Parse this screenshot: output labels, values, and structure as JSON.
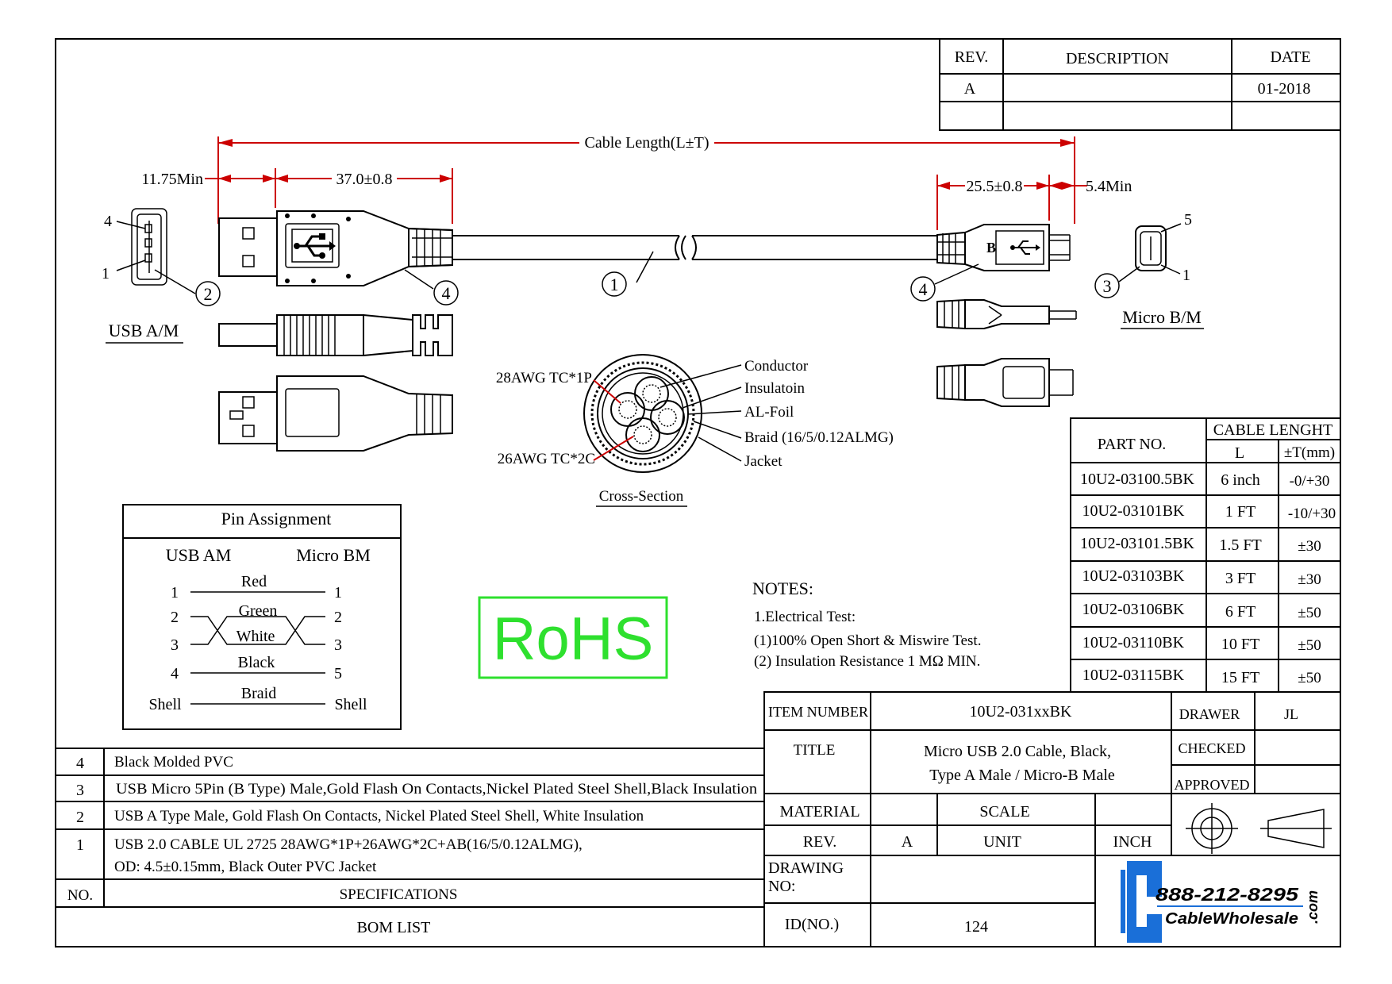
{
  "revision_block": {
    "headers": [
      "REV.",
      "DESCRIPTION",
      "DATE"
    ],
    "rows": [
      {
        "rev": "A",
        "description": "",
        "date": "01-2018"
      }
    ]
  },
  "dimensions": {
    "cable_length": "Cable Length(L±T)",
    "a_min": "11.75Min",
    "a_body": "37.0±0.8",
    "b_body": "25.5±0.8",
    "b_min": "5.4Min"
  },
  "labels": {
    "usb_am": "USB A/M",
    "micro_bm": "Micro B/M",
    "cross_section": "Cross-Section",
    "pin_4": "4",
    "pin_1": "1",
    "pin_5": "5",
    "pin_1b": "1"
  },
  "callouts": {
    "c2": "2",
    "c4a": "4",
    "c1": "1",
    "c4b": "4",
    "c3": "3"
  },
  "cross_section": {
    "left_top": "28AWG TC*1P",
    "left_bottom": "26AWG TC*2C",
    "right": [
      "Conductor",
      "Insulatoin",
      "AL-Foil",
      "Braid (16/5/0.12ALMG)",
      "Jacket"
    ]
  },
  "pin_assignment": {
    "title": "Pin Assignment",
    "col_left": "USB AM",
    "col_right": "Micro BM",
    "rows": [
      {
        "left": "1",
        "wire": "Red",
        "right": "1"
      },
      {
        "left": "2",
        "wire": "Green",
        "right": "2"
      },
      {
        "left": "3",
        "wire": "White",
        "right": "3"
      },
      {
        "left": "4",
        "wire": "Black",
        "right": "5"
      },
      {
        "left": "Shell",
        "wire": "Braid",
        "right": "Shell"
      }
    ]
  },
  "rohs": "RoHS",
  "notes": {
    "title": "NOTES:",
    "lines": [
      "1.Electrical Test:",
      "(1)100% Open Short & Miswire Test.",
      "(2) Insulation Resistance 1 MΩ  MIN."
    ]
  },
  "length_table": {
    "part_no_header": "PART NO.",
    "cable_header": "CABLE LENGHT",
    "l_header": "L",
    "t_header": "±T(mm)",
    "rows": [
      {
        "part": "10U2-03100.5BK",
        "l": "6 inch",
        "t": "-0/+30"
      },
      {
        "part": "10U2-03101BK",
        "l": "1 FT",
        "t": "-10/+30"
      },
      {
        "part": "10U2-03101.5BK",
        "l": "1.5 FT",
        "t": "±30"
      },
      {
        "part": "10U2-03103BK",
        "l": "3 FT",
        "t": "±30"
      },
      {
        "part": "10U2-03106BK",
        "l": "6 FT",
        "t": "±50"
      },
      {
        "part": "10U2-03110BK",
        "l": "10 FT",
        "t": "±50"
      },
      {
        "part": "10U2-03115BK",
        "l": "15 FT",
        "t": "±50"
      }
    ]
  },
  "bom": {
    "rows": [
      {
        "no": "4",
        "lines": [
          "Black Molded PVC"
        ]
      },
      {
        "no": "3",
        "lines": [
          "USB Micro 5Pin (B Type) Male,Gold Flash On Contacts,Nickel Plated Steel Shell,Black Insulation"
        ]
      },
      {
        "no": "2",
        "lines": [
          "USB A Type Male, Gold Flash On Contacts, Nickel Plated Steel Shell, White Insulation"
        ]
      },
      {
        "no": "1",
        "lines": [
          "USB 2.0 CABLE   UL 2725 28AWG*1P+26AWG*2C+AB(16/5/0.12ALMG),",
          "OD: 4.5±0.15mm, Black Outer PVC Jacket"
        ]
      }
    ],
    "no_header": "NO.",
    "spec_header": "SPECIFICATIONS",
    "footer": "BOM LIST"
  },
  "title_block": {
    "item_number_label": "ITEM NUMBER",
    "item_number": "10U2-031xxBK",
    "title_label": "TITLE",
    "title_lines": [
      "Micro USB 2.0 Cable, Black,",
      "Type A Male / Micro-B Male"
    ],
    "drawer_label": "DRAWER",
    "drawer": "JL",
    "checked_label": "CHECKED",
    "approved_label": "APPROVED",
    "material_label": "MATERIAL",
    "scale_label": "SCALE",
    "rev_label": "REV.",
    "rev": "A",
    "unit_label": "UNIT",
    "unit": "INCH",
    "drawing_no_label": [
      "DRAWING",
      "NO:"
    ],
    "id_label": "ID(NO.)",
    "id": "124"
  },
  "logo": {
    "phone": "888-212-8295",
    "name": "CableWholesale",
    "suffix": ".com"
  },
  "colors": {
    "dimension": "#cc0000",
    "rohs": "#2ee02e",
    "logo_blue": "#1a6fd8"
  }
}
